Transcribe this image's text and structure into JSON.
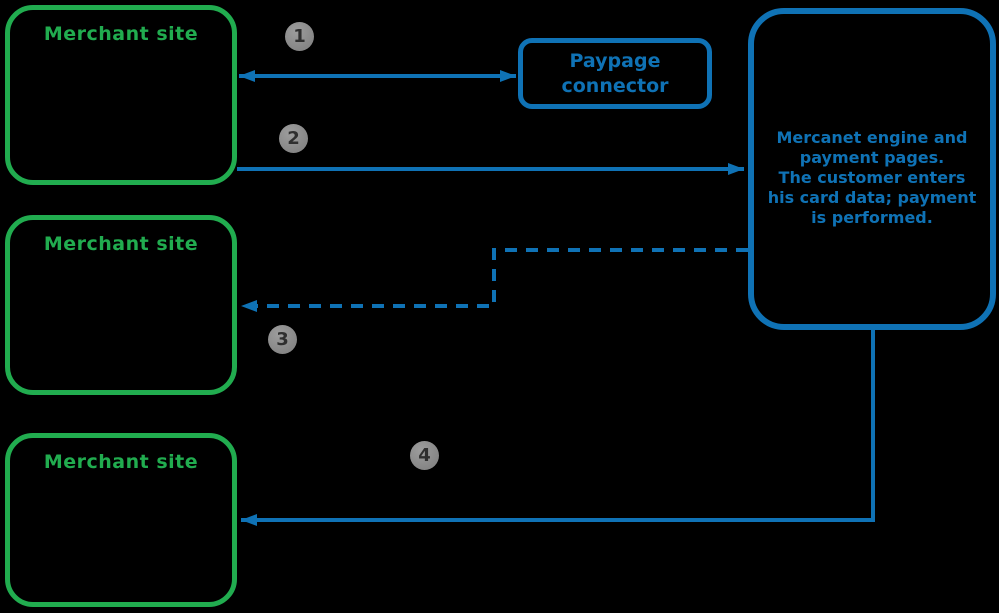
{
  "diagram": {
    "background": "#000000",
    "colors": {
      "green": "#21ac4f",
      "blue": "#0f72b5",
      "circle_gray": "#868686",
      "circle_number": "#2f2f2f"
    },
    "nodes": {
      "merchant_top": {
        "label": "Merchant site"
      },
      "merchant_middle": {
        "label": "Merchant site"
      },
      "merchant_bottom": {
        "label": "Merchant site"
      },
      "paypage": {
        "label": "Paypage connector"
      },
      "mercanet": {
        "line1": "Mercanet engine and payment pages.",
        "line2": "The customer enters his card data; payment is performed."
      }
    },
    "steps": [
      {
        "number": "1",
        "connector": "double-arrow merchant-top to paypage-connector"
      },
      {
        "number": "2",
        "connector": "arrow merchant-top to mercanet-engine"
      },
      {
        "number": "3",
        "connector": "dashed arrow mercanet-engine to merchant-middle"
      },
      {
        "number": "4",
        "connector": "arrow mercanet-engine to merchant-bottom"
      }
    ]
  }
}
